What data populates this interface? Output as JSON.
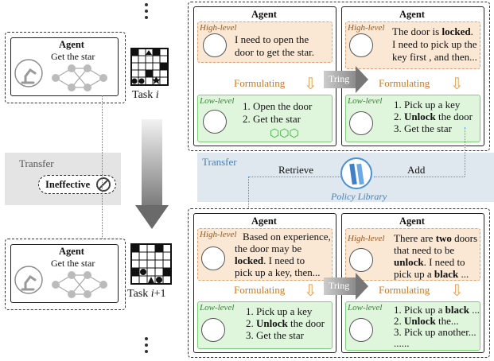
{
  "agent_title": "Agent",
  "high_level_tag": "High-level",
  "low_level_tag": "Low-level",
  "formulating": "Formulating",
  "tring": "Tring",
  "task_i": {
    "label": "Task ",
    "var": "i"
  },
  "task_i1": {
    "label": "Task ",
    "var": "i",
    "suffix": "+1"
  },
  "left_agent_top": {
    "title": "Agent",
    "text": "Get the star"
  },
  "left_agent_bottom": {
    "title": "Agent",
    "text": "Get the star"
  },
  "transfer_left": {
    "label": "Transfer",
    "result": "Ineffective"
  },
  "transfer_mid": "Transfer",
  "retrieve": "Retrieve",
  "add": "Add",
  "policy_library": "Policy Library",
  "top_left_panel": {
    "hl": [
      "I need to open the",
      "door to get the star."
    ],
    "ll": [
      "1. Open the door",
      "2. Get the star"
    ]
  },
  "top_right_panel": {
    "hl": [
      [
        "The door is ",
        "locked",
        "."
      ],
      [
        "I need to pick up the"
      ],
      [
        "key first , and then..."
      ]
    ],
    "ll": [
      [
        "1. Pick up a key"
      ],
      [
        "2. ",
        "Unlock",
        " the door"
      ],
      [
        "3. Get the star"
      ]
    ]
  },
  "bottom_left_panel": {
    "hl": [
      [
        "Based on experience,"
      ],
      [
        "the door may be"
      ],
      [
        "locked",
        ". I need to"
      ],
      [
        "pick up a key, then..."
      ]
    ],
    "ll": [
      [
        "1. Pick up a key"
      ],
      [
        "2. ",
        "Unlock",
        " the door"
      ],
      [
        "3. Get the star"
      ]
    ]
  },
  "bottom_right_panel": {
    "hl": [
      [
        "There are ",
        "two",
        " doors"
      ],
      [
        "that need to be"
      ],
      [
        "unlock",
        ". I need to"
      ],
      [
        "pick up a ",
        "black",
        " ..."
      ]
    ],
    "ll": [
      [
        "1. Pick up a ",
        "black",
        " ..."
      ],
      [
        "2. ",
        "Unlock",
        " the..."
      ],
      [
        "3. Pick up another..."
      ],
      [
        "......"
      ]
    ]
  },
  "colors": {
    "hl_fill": "#fbe8d4",
    "ll_fill": "#dff6dd",
    "transfer_band": "#dfe8ee",
    "policy_blue": "#4a90d9"
  }
}
